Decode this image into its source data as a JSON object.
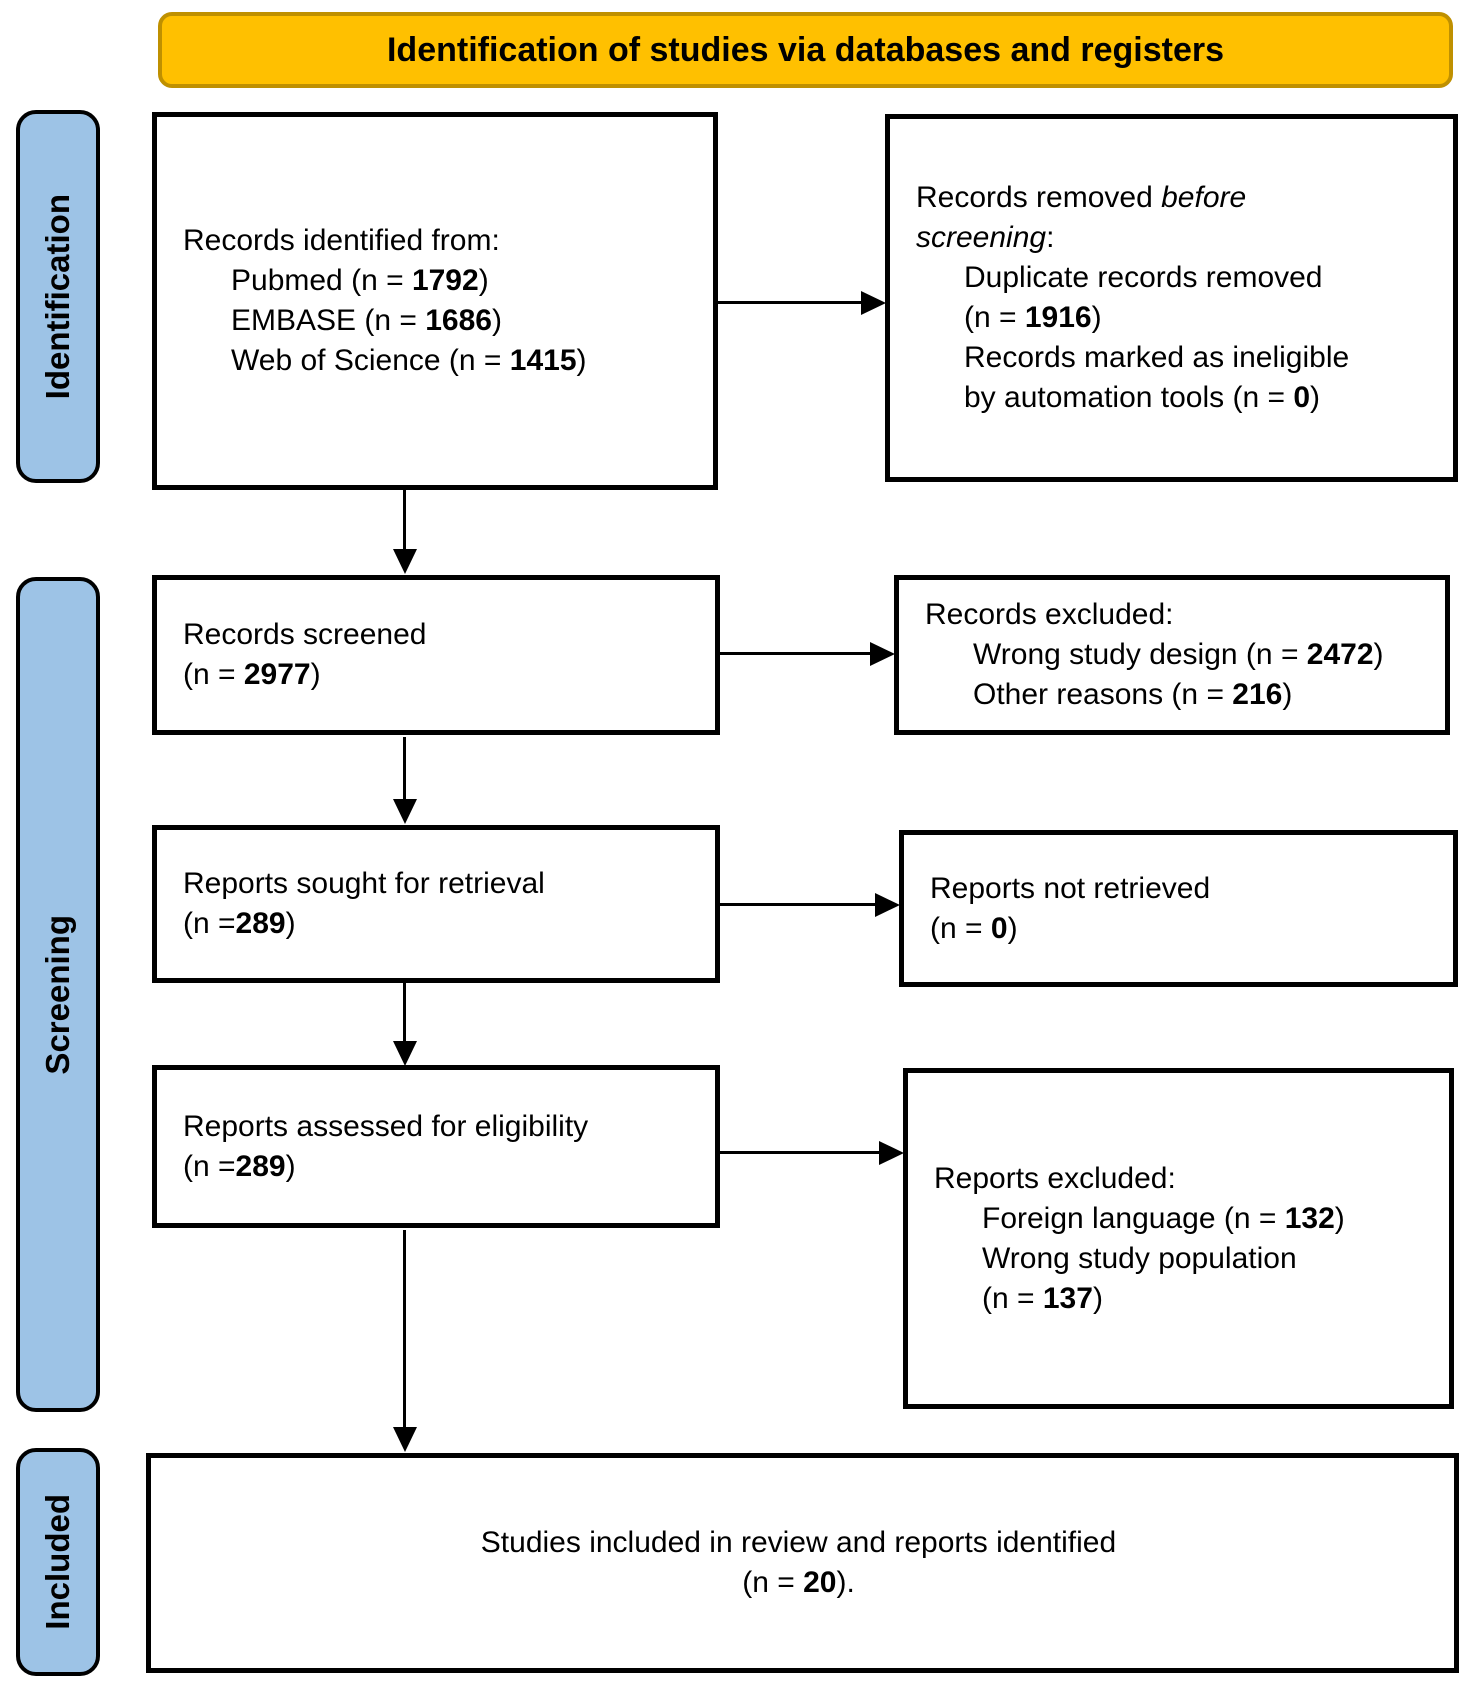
{
  "banner": {
    "label": "Identification of studies via databases and registers"
  },
  "colors": {
    "banner_fill": "#FFC000",
    "banner_border": "#BF9000",
    "stage_fill": "#9DC3E6",
    "box_border": "#000000",
    "text": "#000000"
  },
  "stage_labels": [
    {
      "label": "Identification"
    },
    {
      "label": "Screening"
    },
    {
      "label": "Included"
    }
  ],
  "boxes": {
    "records_identified": {
      "lines": [
        {
          "indent": 0,
          "segments": [
            {
              "text": "Records identified from:"
            }
          ]
        },
        {
          "indent": 1,
          "segments": [
            {
              "text": "Pubmed (n = "
            },
            {
              "text": "1792",
              "bold": true
            },
            {
              "text": ")"
            }
          ]
        },
        {
          "indent": 1,
          "segments": [
            {
              "text": "EMBASE (n = "
            },
            {
              "text": "1686",
              "bold": true
            },
            {
              "text": ")"
            }
          ]
        },
        {
          "indent": 1,
          "segments": [
            {
              "text": "Web of Science (n = "
            },
            {
              "text": "1415",
              "bold": true
            },
            {
              "text": ")"
            }
          ]
        }
      ]
    },
    "records_removed": {
      "lines": [
        {
          "indent": 0,
          "segments": [
            {
              "text": "Records removed "
            },
            {
              "text": "before",
              "italic": true
            }
          ]
        },
        {
          "indent": 0,
          "segments": [
            {
              "text": "screening",
              "italic": true
            },
            {
              "text": ":"
            }
          ]
        },
        {
          "indent": 1,
          "segments": [
            {
              "text": "Duplicate records removed"
            }
          ]
        },
        {
          "indent": 1,
          "segments": [
            {
              "text": "(n = "
            },
            {
              "text": "1916",
              "bold": true
            },
            {
              "text": ")"
            }
          ]
        },
        {
          "indent": 1,
          "segments": [
            {
              "text": "Records marked as ineligible"
            }
          ]
        },
        {
          "indent": 1,
          "segments": [
            {
              "text": "by automation tools (n = "
            },
            {
              "text": "0",
              "bold": true
            },
            {
              "text": ")"
            }
          ]
        }
      ]
    },
    "records_screened": {
      "lines": [
        {
          "indent": 0,
          "segments": [
            {
              "text": "Records screened"
            }
          ]
        },
        {
          "indent": 0,
          "segments": [
            {
              "text": "(n = "
            },
            {
              "text": "2977",
              "bold": true
            },
            {
              "text": ")"
            }
          ]
        }
      ]
    },
    "records_excluded": {
      "lines": [
        {
          "indent": 0,
          "segments": [
            {
              "text": "Records excluded:"
            }
          ]
        },
        {
          "indent": 1,
          "segments": [
            {
              "text": "Wrong study design (n = "
            },
            {
              "text": "2472",
              "bold": true
            },
            {
              "text": ")"
            }
          ]
        },
        {
          "indent": 1,
          "segments": [
            {
              "text": "Other reasons (n = "
            },
            {
              "text": "216",
              "bold": true
            },
            {
              "text": ")"
            }
          ]
        }
      ]
    },
    "reports_sought": {
      "lines": [
        {
          "indent": 0,
          "segments": [
            {
              "text": "Reports sought for retrieval"
            }
          ]
        },
        {
          "indent": 0,
          "segments": [
            {
              "text": "(n ="
            },
            {
              "text": "289",
              "bold": true
            },
            {
              "text": ")"
            }
          ]
        }
      ]
    },
    "reports_not_retrieved": {
      "lines": [
        {
          "indent": 0,
          "segments": [
            {
              "text": "Reports not retrieved"
            }
          ]
        },
        {
          "indent": 0,
          "segments": [
            {
              "text": "(n = "
            },
            {
              "text": "0",
              "bold": true
            },
            {
              "text": ")"
            }
          ]
        }
      ]
    },
    "reports_assessed": {
      "lines": [
        {
          "indent": 0,
          "segments": [
            {
              "text": "Reports assessed for eligibility"
            }
          ]
        },
        {
          "indent": 0,
          "segments": [
            {
              "text": "(n ="
            },
            {
              "text": "289",
              "bold": true
            },
            {
              "text": ")"
            }
          ]
        }
      ]
    },
    "reports_excluded": {
      "lines": [
        {
          "indent": 0,
          "segments": [
            {
              "text": "Reports excluded:"
            }
          ]
        },
        {
          "indent": 1,
          "segments": [
            {
              "text": "Foreign language (n = "
            },
            {
              "text": "132",
              "bold": true
            },
            {
              "text": ")"
            }
          ]
        },
        {
          "indent": 1,
          "segments": [
            {
              "text": "Wrong study population"
            }
          ]
        },
        {
          "indent": 1,
          "segments": [
            {
              "text": "(n = "
            },
            {
              "text": "137",
              "bold": true
            },
            {
              "text": ")"
            }
          ]
        }
      ]
    },
    "studies_included": {
      "lines": [
        {
          "indent": 0,
          "segments": [
            {
              "text": "Studies included in review and reports identified"
            }
          ]
        },
        {
          "indent": 0,
          "segments": [
            {
              "text": "(n = "
            },
            {
              "text": "20",
              "bold": true
            },
            {
              "text": ")."
            }
          ]
        }
      ]
    }
  }
}
